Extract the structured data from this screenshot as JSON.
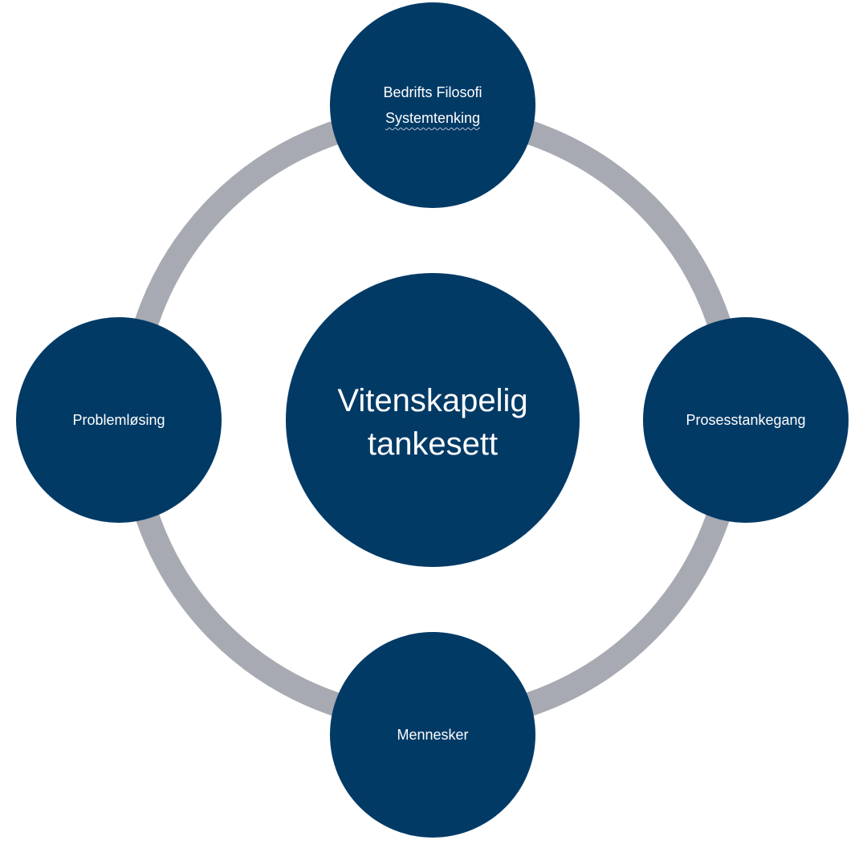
{
  "colors": {
    "node_fill": "#023a66",
    "ring": "#a7aab2",
    "text": "#ffffff",
    "background": "#ffffff"
  },
  "center": {
    "line1": "Vitenskapelig",
    "line2": "tankesett"
  },
  "nodes": {
    "top": {
      "line1": "Bedrifts Filosofi",
      "line2": "Systemtenking"
    },
    "right": {
      "label": "Prosesstankegang"
    },
    "bottom": {
      "label": "Mennesker"
    },
    "left": {
      "label": "Problemløsing"
    }
  }
}
